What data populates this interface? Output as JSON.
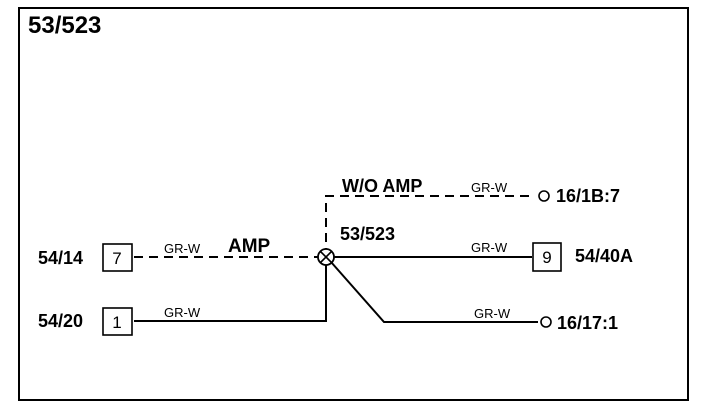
{
  "diagram_title": "53/523",
  "splice": {
    "label": "53/523"
  },
  "variants": {
    "with_amp": "AMP",
    "without_amp": "W/O AMP"
  },
  "wire_color": "GR-W",
  "connectors": {
    "left_top": {
      "ref": "54/14",
      "pin": "7"
    },
    "left_bottom": {
      "ref": "54/20",
      "pin": "1"
    },
    "right_mid": {
      "ref": "54/40A",
      "pin": "9"
    }
  },
  "terminals": {
    "top": "16/1B:7",
    "bottom": "16/17:1"
  },
  "wire_labels": {
    "amp_line": "GR-W",
    "wo_amp_line": "GR-W",
    "to_54_40a": "GR-W",
    "from_54_20": "GR-W",
    "to_16_17": "GR-W"
  }
}
